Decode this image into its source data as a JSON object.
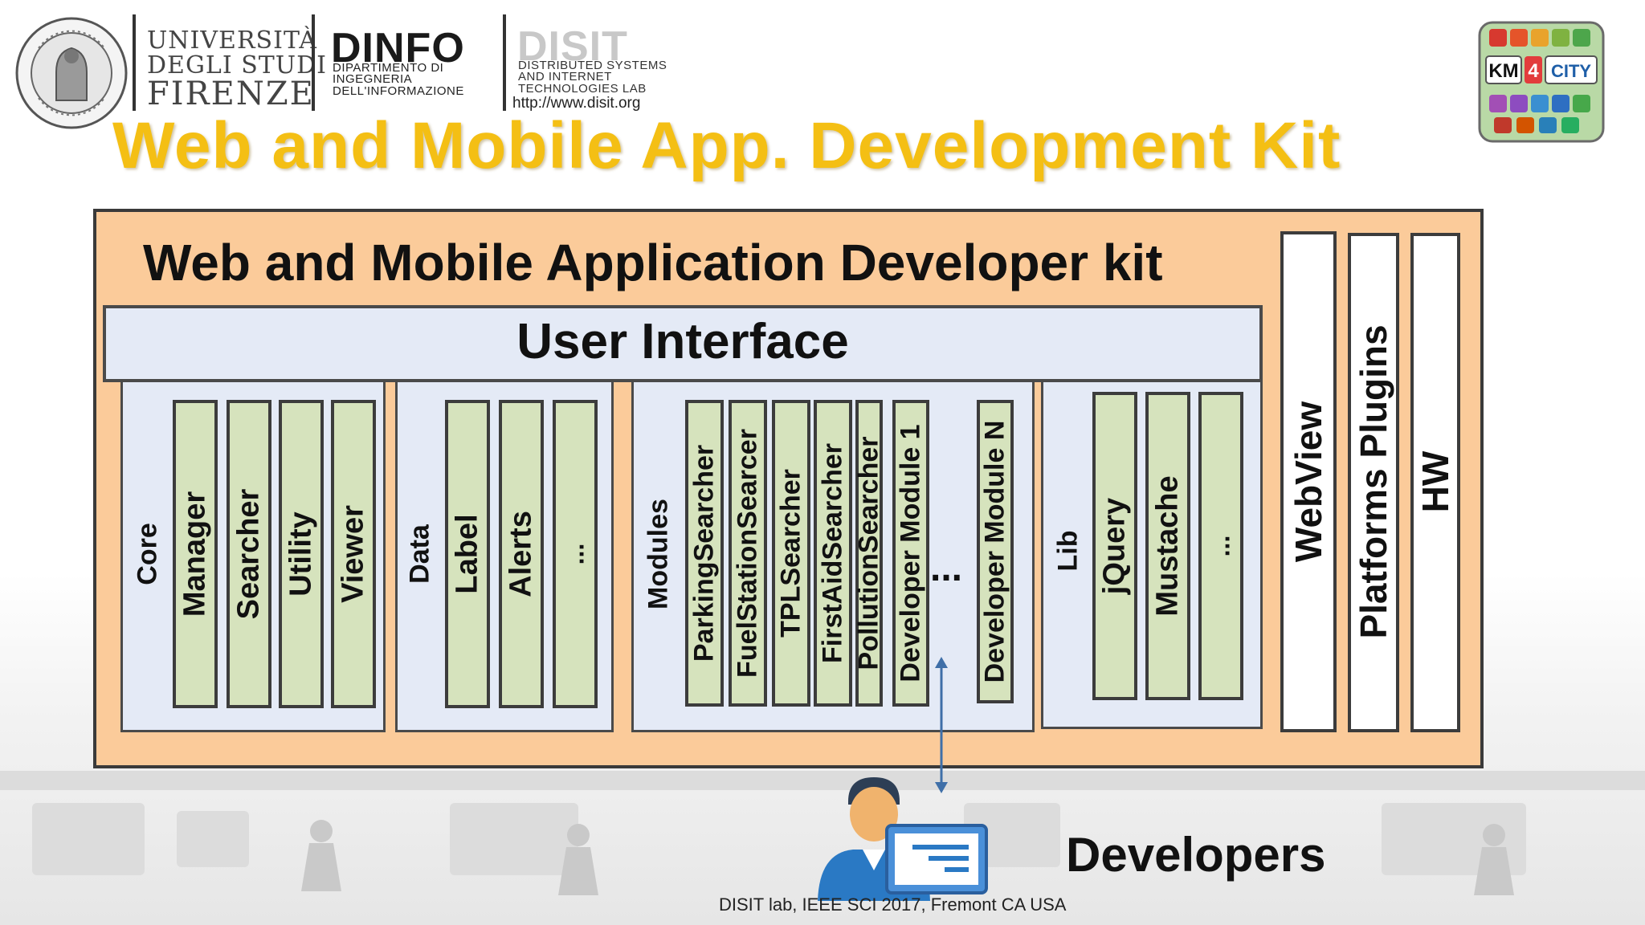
{
  "header": {
    "unifi": {
      "line1": "UNIVERSITÀ",
      "line2": "DEGLI STUDI",
      "line3": "FIRENZE"
    },
    "dinfo": {
      "title": "DINFO",
      "sub1": "DIPARTIMENTO DI",
      "sub2": "INGEGNERIA",
      "sub3": "DELL'INFORMAZIONE"
    },
    "disit": {
      "title": "DISIT",
      "sub1": "DISTRIBUTED SYSTEMS",
      "sub2": "AND INTERNET",
      "sub3": "TECHNOLOGIES LAB",
      "url": "http://www.disit.org"
    },
    "km4city": {
      "km": "KM",
      "four": "4",
      "city": "CITY"
    }
  },
  "title": "Web and Mobile App. Development Kit",
  "diagram": {
    "kit_title": "Web and Mobile Application Developer kit",
    "user_interface": "User Interface",
    "core": {
      "label": "Core",
      "items": [
        "Manager",
        "Searcher",
        "Utility",
        "Viewer"
      ]
    },
    "data": {
      "label": "Data",
      "items": [
        "Label",
        "Alerts",
        "..."
      ]
    },
    "modules": {
      "label": "Modules",
      "items": [
        "ParkingSearcher",
        "FuelStationSearcer",
        "TPLSearcher",
        "FirstAidSearcher",
        "PollutionSearcher",
        "Developer Module 1"
      ],
      "ellipsis": "...",
      "last": "Developer Module N"
    },
    "lib": {
      "label": "Lib",
      "items": [
        "jQuery",
        "Mustache",
        "..."
      ]
    },
    "side": [
      "WebView",
      "Platforms Plugins",
      "HW"
    ]
  },
  "developers": "Developers",
  "footer": "DISIT lab, IEEE SCI 2017, Fremont CA USA",
  "colors": {
    "title": "#f4bf14",
    "kit_fill": "#fbcb9a",
    "panel_fill": "#e4eaf6",
    "module_fill": "#d6e3bd",
    "arrow": "#3f6fa8"
  }
}
